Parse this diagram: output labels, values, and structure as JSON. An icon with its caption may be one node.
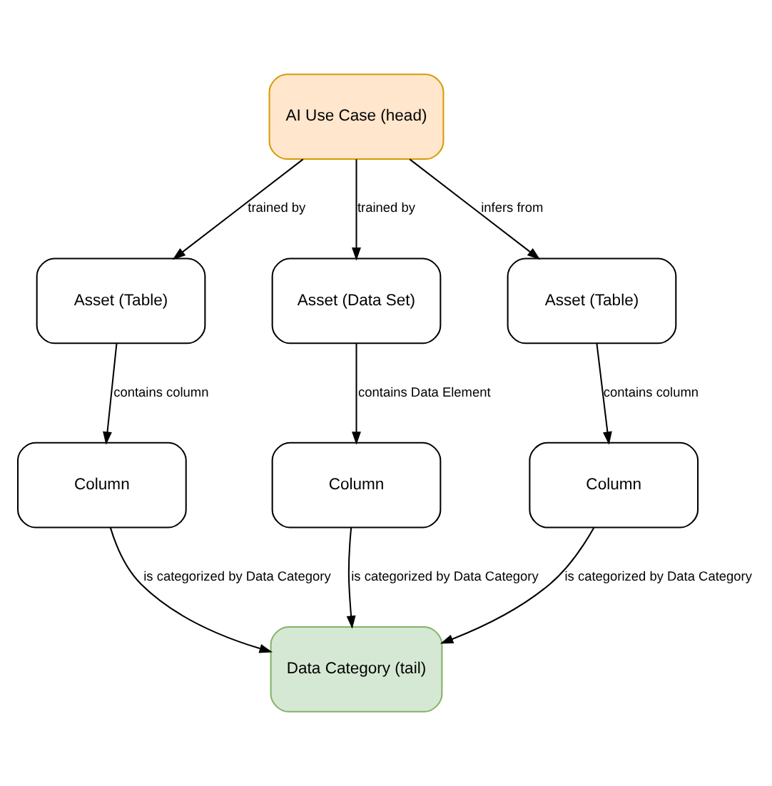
{
  "diagram": {
    "nodes": [
      {
        "text": [
          "AI Use Case (head)"
        ]
      },
      {
        "text": [
          "Asset (Table)"
        ]
      },
      {
        "text": [
          "Asset (Data Set)"
        ]
      },
      {
        "text": [
          "Asset (Table)"
        ]
      },
      {
        "text": [
          "Column"
        ]
      },
      {
        "text": [
          "Column"
        ]
      },
      {
        "text": [
          "Column"
        ]
      },
      {
        "text": [
          "Data Category (tail)"
        ]
      }
    ],
    "edges": [
      {
        "from": 0,
        "to": 1,
        "arrow": "to",
        "label": "trained by"
      },
      {
        "from": 0,
        "to": 2,
        "arrow": "to",
        "label": "trained by"
      },
      {
        "from": 0,
        "to": 3,
        "arrow": "to",
        "label": "infers from"
      },
      {
        "from": 1,
        "to": 4,
        "arrow": "to",
        "label": "contains column"
      },
      {
        "from": 2,
        "to": 5,
        "arrow": "to",
        "label": "contains Data Element"
      },
      {
        "from": 3,
        "to": 6,
        "arrow": "to",
        "label": "contains column"
      },
      {
        "from": 4,
        "to": 7,
        "arrow": "to",
        "label": "is categorized by Data Category"
      },
      {
        "from": 5,
        "to": 7,
        "arrow": "to",
        "label": "is categorized by Data Category"
      },
      {
        "from": 6,
        "to": 7,
        "arrow": "to",
        "label": "is categorized by Data Category"
      }
    ]
  }
}
